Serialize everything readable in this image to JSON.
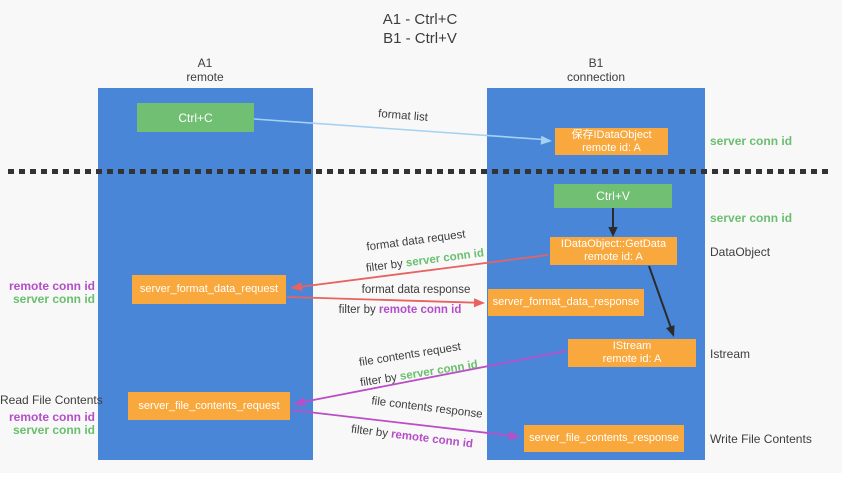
{
  "title": {
    "line1": "A1 - Ctrl+C",
    "line2": "B1 - Ctrl+V"
  },
  "lanes": {
    "a1": {
      "name": "A1",
      "subtitle": "remote"
    },
    "b1": {
      "name": "B1",
      "subtitle": "connection"
    }
  },
  "nodes": {
    "ctrl_c": {
      "label": "Ctrl+C"
    },
    "ctrl_v": {
      "label": "Ctrl+V"
    },
    "save_idataobject": {
      "line1": "保存IDataObject",
      "line2": "remote id: A"
    },
    "getdata": {
      "line1": "IDataObject::GetData",
      "line2": "remote id: A"
    },
    "istream": {
      "line1": "IStream",
      "line2": "remote id: A"
    },
    "format_request": {
      "label": "server_format_data_request"
    },
    "format_response": {
      "label": "server_format_data_response"
    },
    "file_request": {
      "label": "server_file_contents_request"
    },
    "file_response": {
      "label": "server_file_contents_response"
    }
  },
  "side_labels": {
    "right_server_conn_id_1": "server conn id",
    "right_server_conn_id_2": "server conn id",
    "data_object": "DataObject",
    "istream": "Istream",
    "write_file_contents": "Write File Contents",
    "read_file_contents": "Read File Contents",
    "left_remote_conn_id_1": "remote conn id",
    "left_server_conn_id_1": "server conn id",
    "left_remote_conn_id_2": "remote conn id",
    "left_server_conn_id_2": "server conn id"
  },
  "arrow_labels": {
    "format_list": "format list",
    "format_data_request": "format data request",
    "format_data_response": "format data response",
    "file_contents_request": "file contents request",
    "file_contents_response": "file contents response",
    "filter_by_prefix": "filter by ",
    "filter_server_conn_id": "server conn id",
    "filter_remote_conn_id": "remote conn id"
  },
  "colors": {
    "lane_blue": "#4a86d8",
    "box_green": "#70bf72",
    "box_orange": "#f8a83c",
    "arrow_red": "#e8625f",
    "arrow_purple": "#ba4ec6",
    "arrow_light_blue": "#a5d2f3",
    "arrow_black": "#2b2b2b",
    "text_green": "#6abf6e",
    "text_purple": "#b44ec8",
    "text_dark": "#3d3d3d",
    "divider_dark": "#333333",
    "background": "#f8f8f8"
  }
}
